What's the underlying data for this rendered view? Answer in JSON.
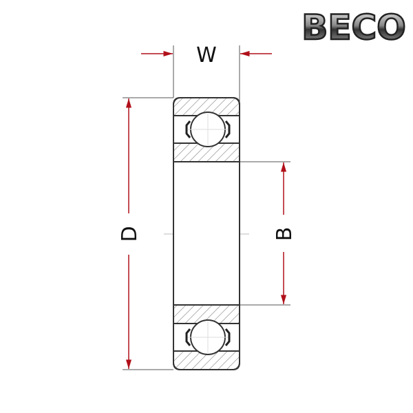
{
  "logo": {
    "text": "BECO"
  },
  "dimensions": {
    "width_label": "W",
    "outer_diameter_label": "D",
    "bore_label": "B"
  },
  "colors": {
    "arrow": "#b0101a",
    "line": "#333333",
    "hatch": "#999999"
  }
}
